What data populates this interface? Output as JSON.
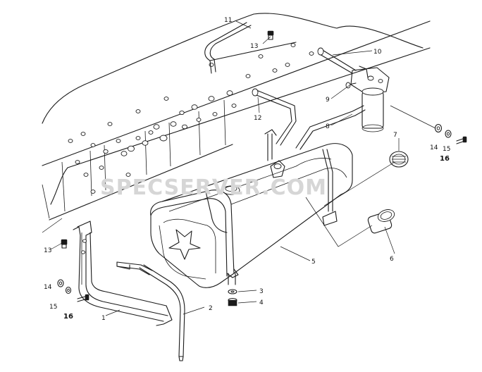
{
  "watermark": "SPECSERVER.COM",
  "callouts": {
    "c1": "1",
    "c2": "2",
    "c3": "3",
    "c4": "4",
    "c5": "5",
    "c6": "6",
    "c7": "7",
    "c8": "8",
    "c9": "9",
    "c10": "10",
    "c11": "11",
    "c12": "12",
    "c13_top": "13",
    "c13_left": "13",
    "c14_right": "14",
    "c15_right": "15",
    "c16_right": "16",
    "c14_left": "14",
    "c15_left": "15",
    "c16_left": "16"
  }
}
